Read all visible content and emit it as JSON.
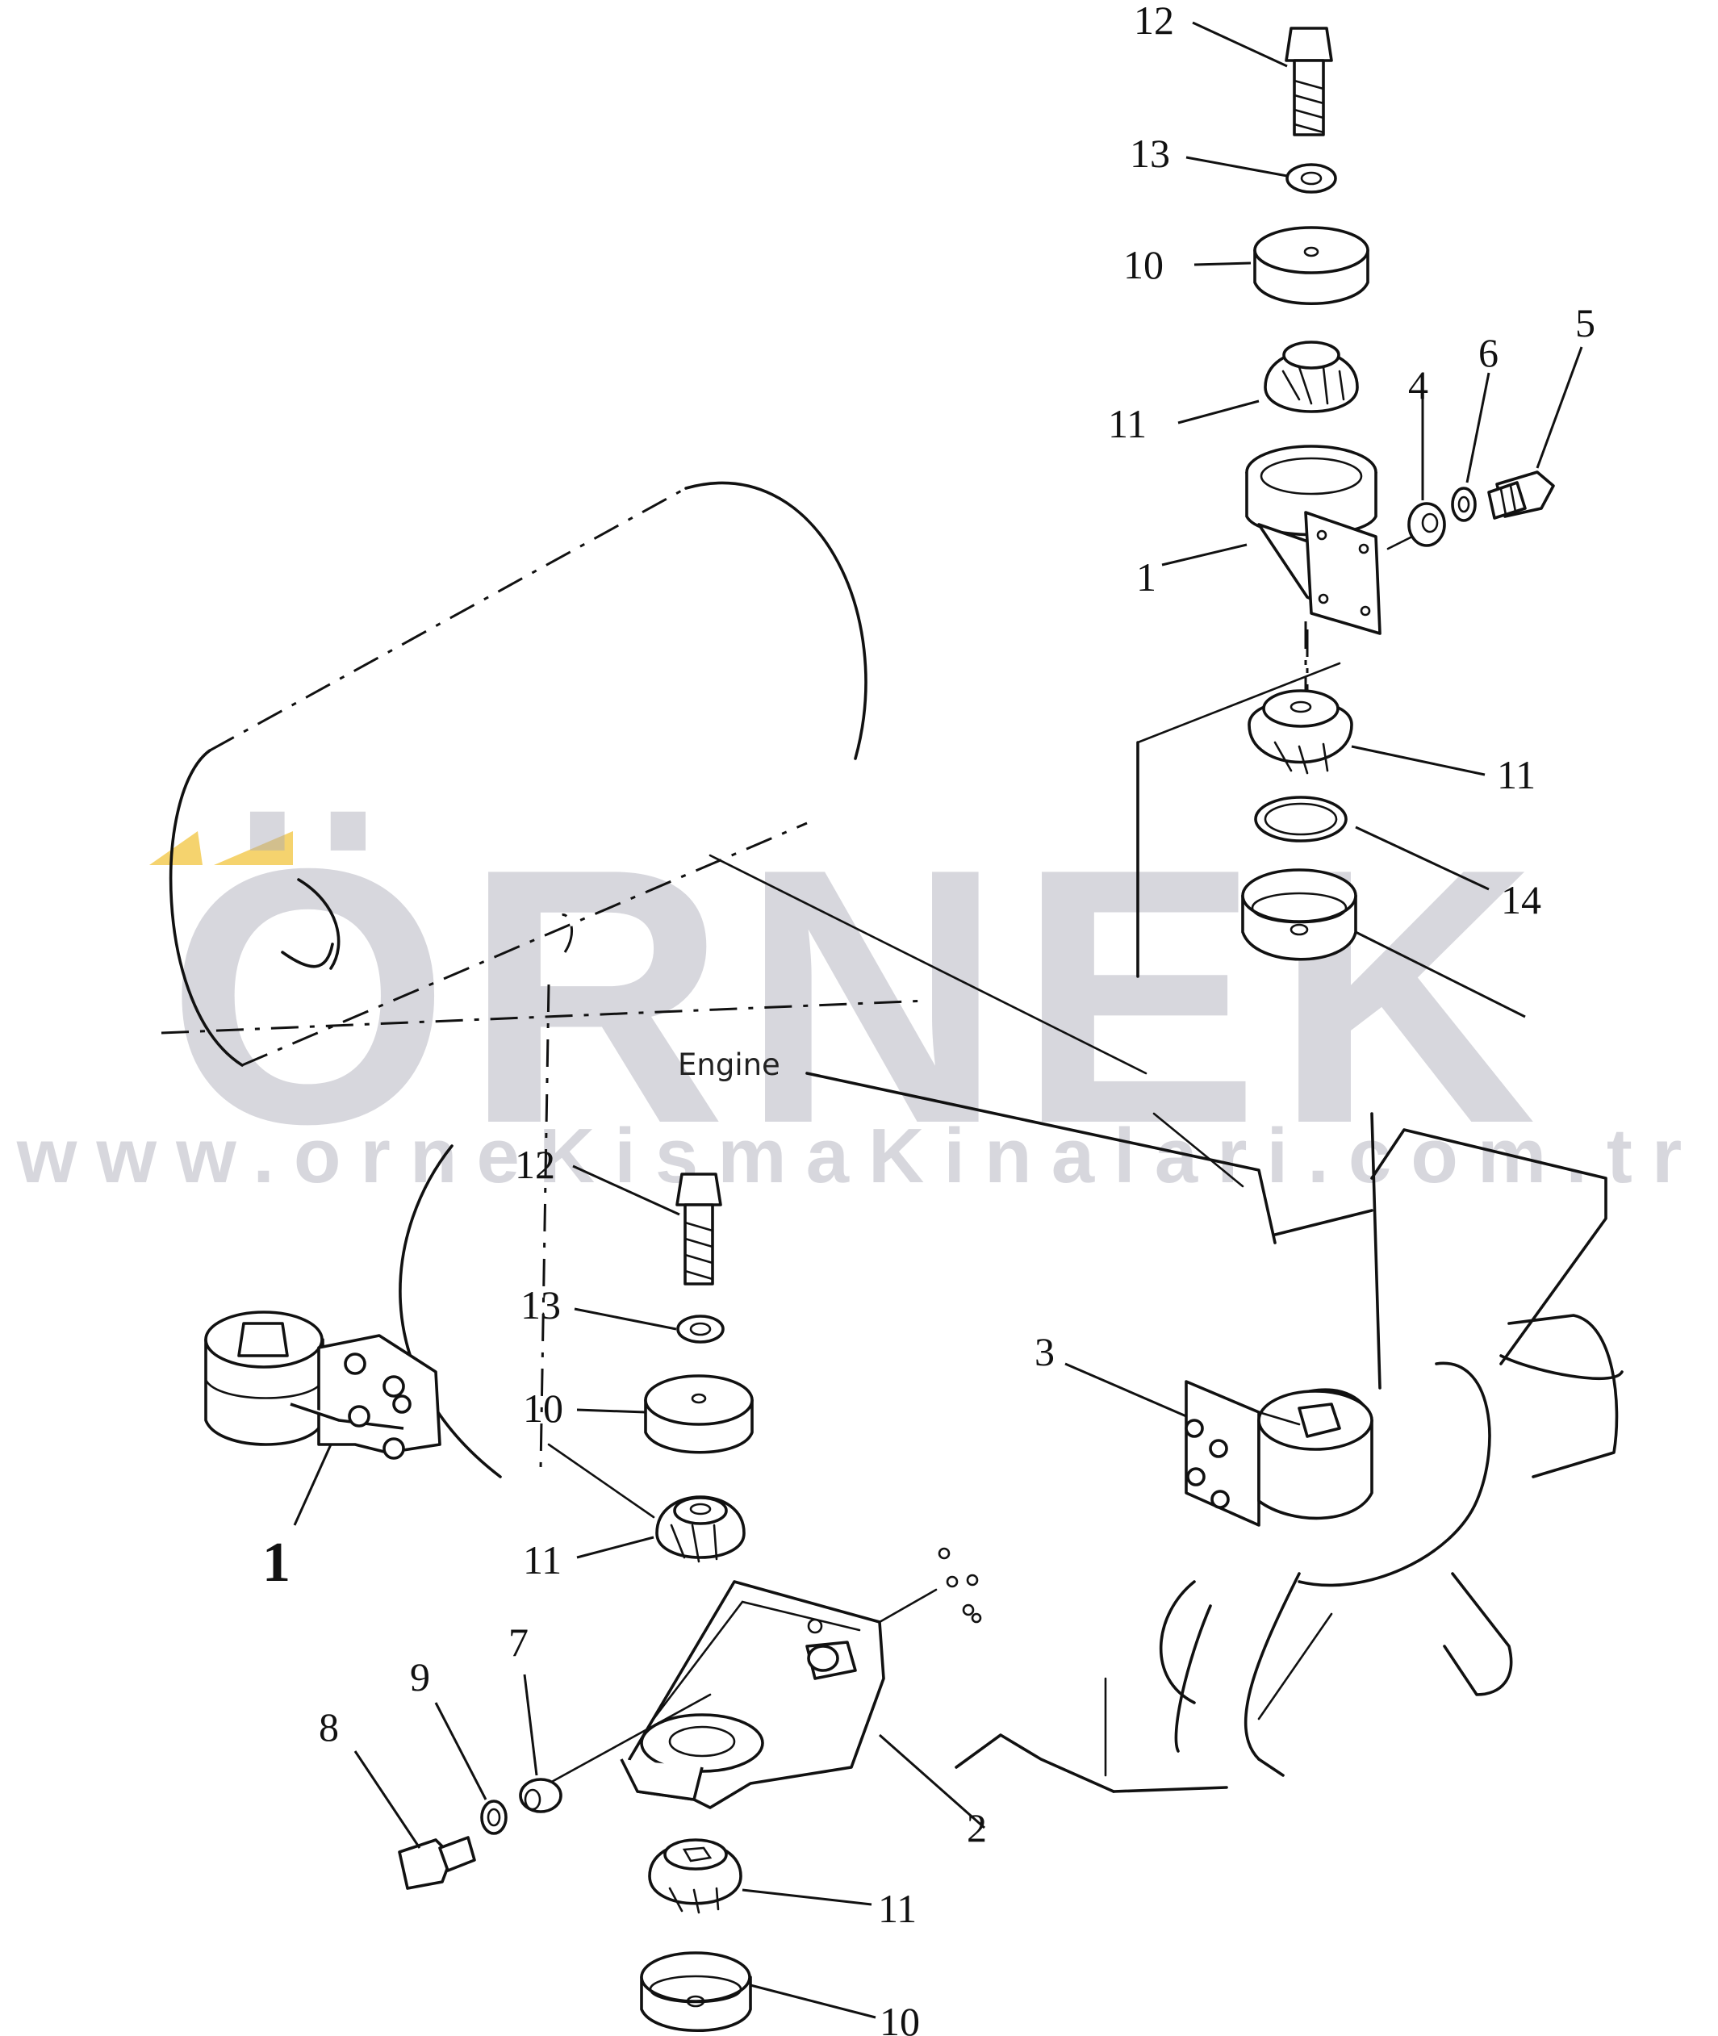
{
  "diagram": {
    "engine_label": "Engine",
    "main_assembly_number": "1",
    "callouts": {
      "c1_top": "1",
      "c2": "2",
      "c3": "3",
      "c4": "4",
      "c5": "5",
      "c6": "6",
      "c7": "7",
      "c8": "8",
      "c9": "9",
      "c10_top": "10",
      "c10_mid": "10",
      "c10_bottom": "10",
      "c11_top": "11",
      "c11_right": "11",
      "c11_mid": "11",
      "c11_bottom": "11",
      "c12_top": "12",
      "c12_mid": "12",
      "c13_top": "13",
      "c13_mid": "13",
      "c14": "14"
    }
  },
  "watermark": {
    "brand": "ÖRNEK",
    "url": "www.orneKismaKinalari.com.tr",
    "accent_color": "#f3c84a",
    "text_color": "#a8a8b4"
  }
}
